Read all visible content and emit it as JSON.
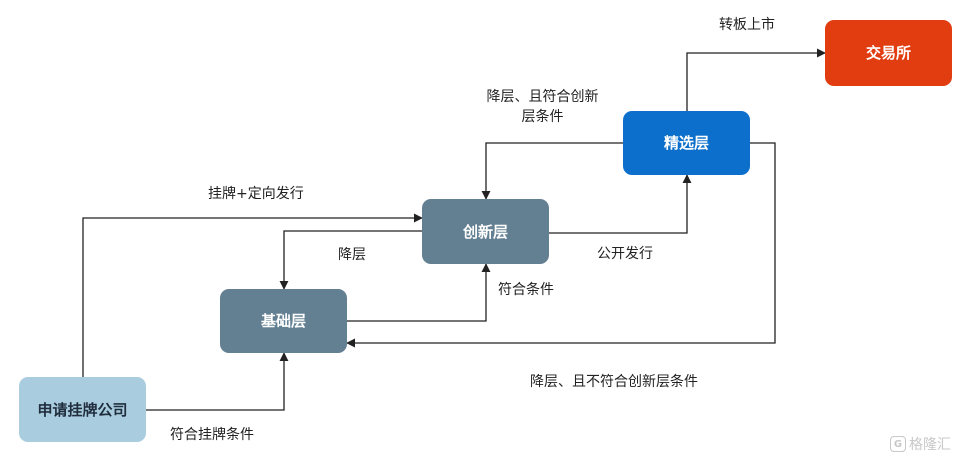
{
  "nodes": {
    "applicant": "申请挂牌公司",
    "basic": "基础层",
    "innovation": "创新层",
    "select": "精选层",
    "exchange": "交易所"
  },
  "edges": {
    "listing_placement": "挂牌+定向发行",
    "meet_listing": "符合挂牌条件",
    "meet_conditions": "符合条件",
    "public_issue": "公开发行",
    "downgrade": "降层",
    "downgrade_innovation_line1": "降层、且符合创新",
    "downgrade_innovation_line2": "层条件",
    "transfer_board": "转板上市",
    "downgrade_basic": "降层、且不符合创新层条件"
  },
  "watermark": {
    "icon": "G",
    "text": "格隆汇"
  },
  "colors": {
    "applicant": "#a9cddf",
    "layer": "#637f92",
    "select": "#0c6fcb",
    "exchange": "#e23d10",
    "line": "#222222"
  }
}
